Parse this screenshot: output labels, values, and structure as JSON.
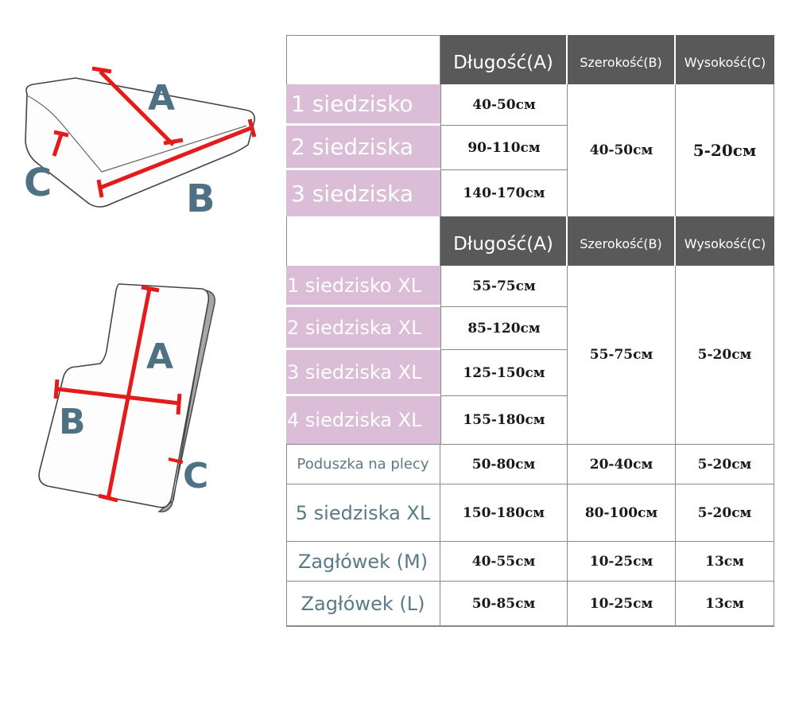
{
  "colors": {
    "header_bg": "#595959",
    "pink": "#dbbdd7",
    "teal_text": "#5a7a87",
    "diagram_label": "#4f7184",
    "measure_line": "#e31b1b"
  },
  "diagrams": {
    "seat": {
      "label_a": "A",
      "label_b": "B",
      "label_c": "C"
    },
    "back": {
      "label_a": "A",
      "label_b": "B",
      "label_c": "C"
    }
  },
  "table": {
    "headers": {
      "length": "Długość(A)",
      "width": "Szerokość(B)",
      "height": "Wysokość(C)"
    },
    "group1": {
      "rows": [
        {
          "label": "1 siedzisko",
          "length": "40-50см"
        },
        {
          "label": "2 siedziska",
          "length": "90-110см"
        },
        {
          "label": "3 siedziska",
          "length": "140-170см"
        }
      ],
      "width": "40-50см",
      "height": "5-20см"
    },
    "group2": {
      "rows": [
        {
          "label": "1 siedzisko XL",
          "length": "55-75см"
        },
        {
          "label": "2 siedziska XL",
          "length": "85-120см"
        },
        {
          "label": "3 siedziska XL",
          "length": "125-150см"
        },
        {
          "label": "4 siedziska XL",
          "length": "155-180см"
        }
      ],
      "width": "55-75см",
      "height": "5-20см"
    },
    "extra": [
      {
        "label": "Poduszka na plecy",
        "length": "50-80см",
        "width": "20-40см",
        "height": "5-20см"
      },
      {
        "label": "5 siedziska XL",
        "length": "150-180см",
        "width": "80-100см",
        "height": "5-20см"
      },
      {
        "label": "Zagłówek (M)",
        "length": "40-55см",
        "width": "10-25см",
        "height": "13см"
      },
      {
        "label": "Zagłówek (L)",
        "length": "50-85см",
        "width": "10-25см",
        "height": "13см"
      }
    ]
  }
}
